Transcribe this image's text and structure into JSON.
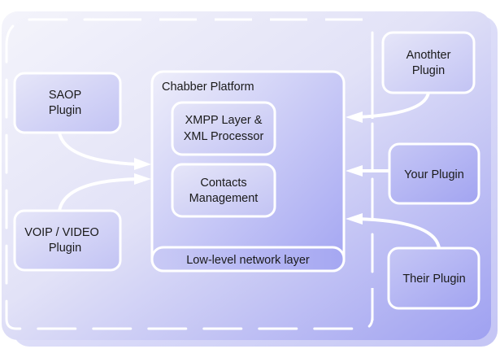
{
  "diagram": {
    "platform": {
      "title": "Chabber Platform",
      "modules": [
        {
          "lines": [
            "XMPP Layer &",
            "XML Processor"
          ]
        },
        {
          "lines": [
            "Contacts",
            "Management"
          ]
        }
      ],
      "network_layer": "Low-level network layer"
    },
    "left_plugins": [
      {
        "lines": [
          "SAOP",
          "Plugin"
        ]
      },
      {
        "lines": [
          "VOIP / VIDEO",
          "Plugin"
        ]
      }
    ],
    "right_plugins": [
      {
        "lines": [
          "Anothter",
          "Plugin"
        ]
      },
      {
        "lines": [
          "Your Plugin"
        ]
      },
      {
        "lines": [
          "Their Plugin"
        ]
      }
    ],
    "colors": {
      "gradient_start": "#f2f2fa",
      "gradient_end": "#a0a2f2",
      "stroke": "#ffffff",
      "text": "#1a1a1a"
    }
  }
}
